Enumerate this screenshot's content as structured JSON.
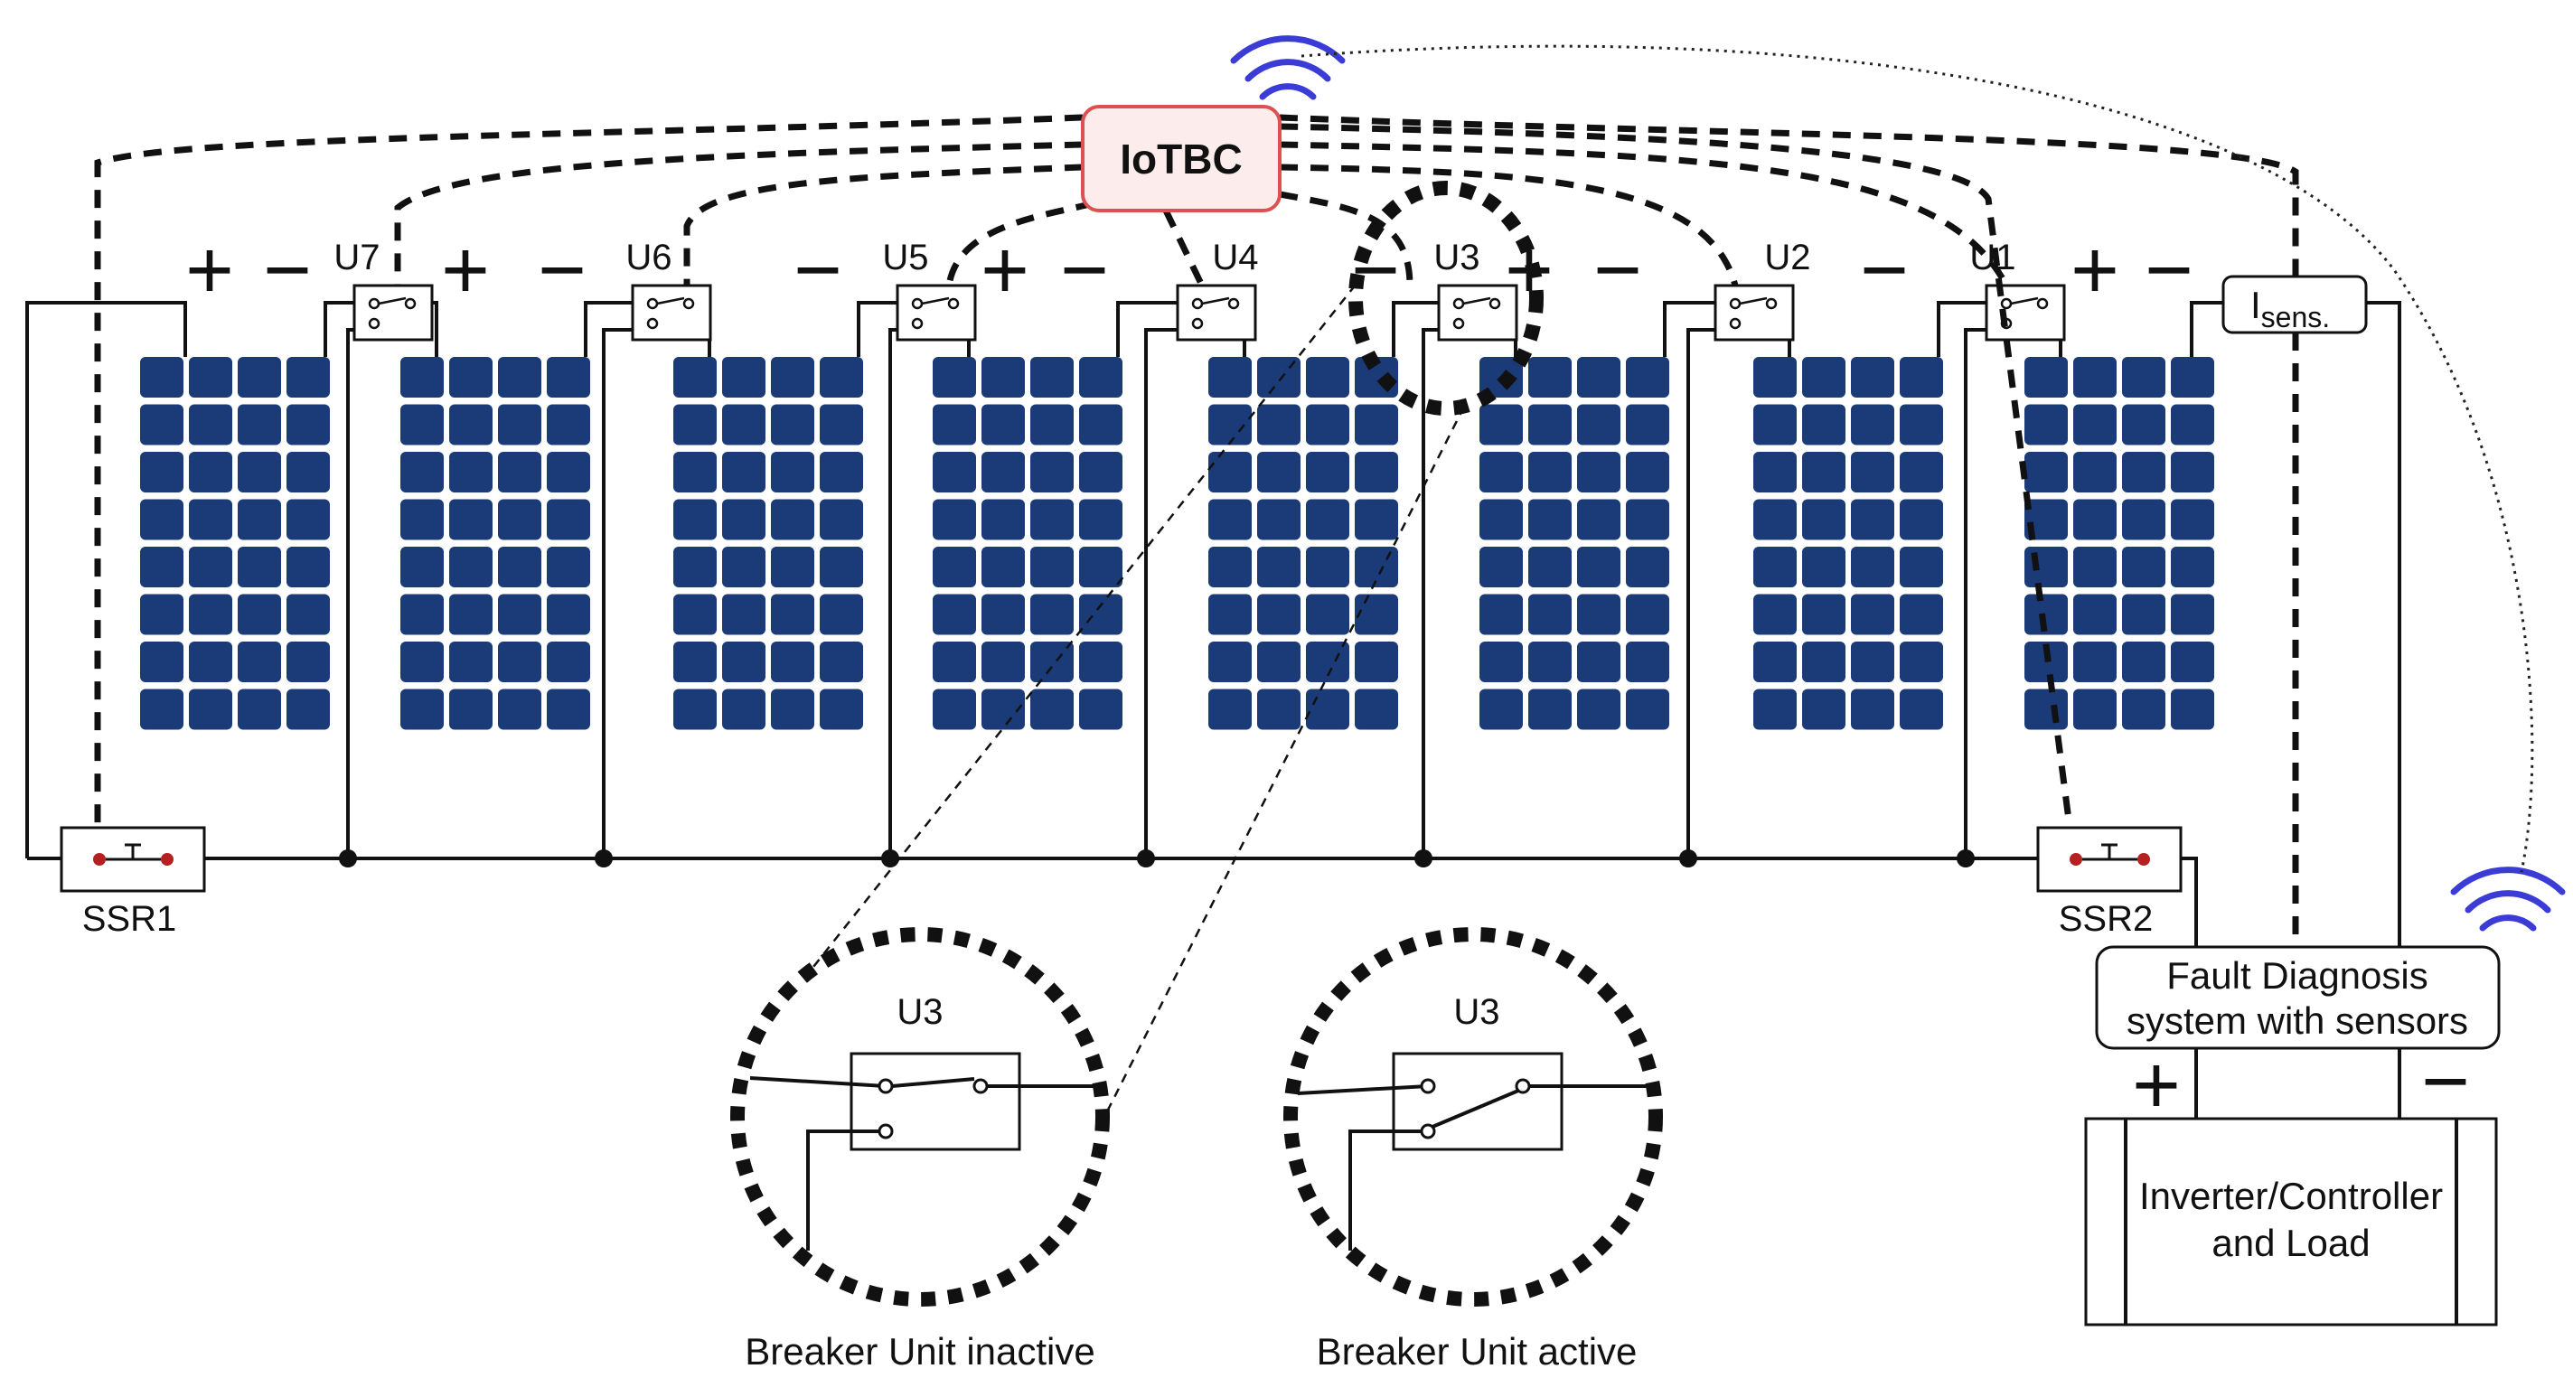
{
  "controller": {
    "label": "IoTBC",
    "fill": "#fdecec",
    "border": "#e05050"
  },
  "panel_color": "#1a3a78",
  "wifi_color": "#3b3bd6",
  "units": [
    "U7",
    "U6",
    "U5",
    "U4",
    "U3",
    "U2",
    "U1"
  ],
  "signs": {
    "plus": "+",
    "minus": "−"
  },
  "relays": {
    "left": "SSR1",
    "right": "SSR2"
  },
  "current_sensor": {
    "main": "I",
    "sub": "sens."
  },
  "fault_box": {
    "line1": "Fault Diagnosis",
    "line2": "system with sensors"
  },
  "load_box": {
    "line1": "Inverter/Controller",
    "line2": "and Load"
  },
  "detail": [
    {
      "unit": "U3",
      "caption": "Breaker Unit inactive"
    },
    {
      "unit": "U3",
      "caption": "Breaker Unit active"
    }
  ],
  "icons": [
    "wifi-icon",
    "wifi-icon",
    "solar-panel-icon",
    "switch-icon",
    "relay-icon"
  ]
}
